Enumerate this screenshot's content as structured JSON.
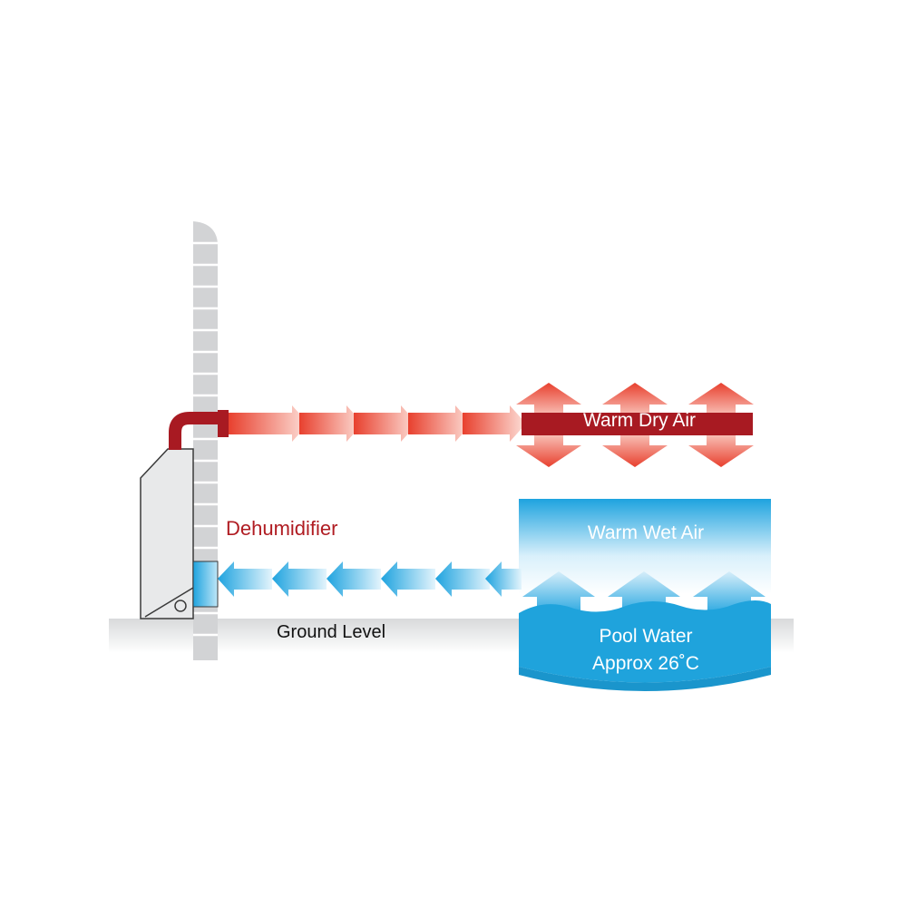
{
  "labels": {
    "warm_dry_air": "Warm Dry Air",
    "dehumidifier": "Dehumidifier",
    "warm_wet_air": "Warm Wet Air",
    "ground_level": "Ground Level",
    "pool_water": "Pool Water",
    "pool_temperature": "Approx 26˚C"
  },
  "colors": {
    "warm_air": "#e8402e",
    "warm_duct": "#a81a22",
    "wet_air": "#1ea3df",
    "pool": "#1fa3dc",
    "wall": "#d2d3d5",
    "ground": "#e6e7e8",
    "unit": "#e8e9ea",
    "label_red": "#b01c22"
  },
  "icons": [
    "brick-wall",
    "dehumidifier-unit",
    "duct-pipe",
    "red-arrow",
    "blue-arrow",
    "pool"
  ]
}
